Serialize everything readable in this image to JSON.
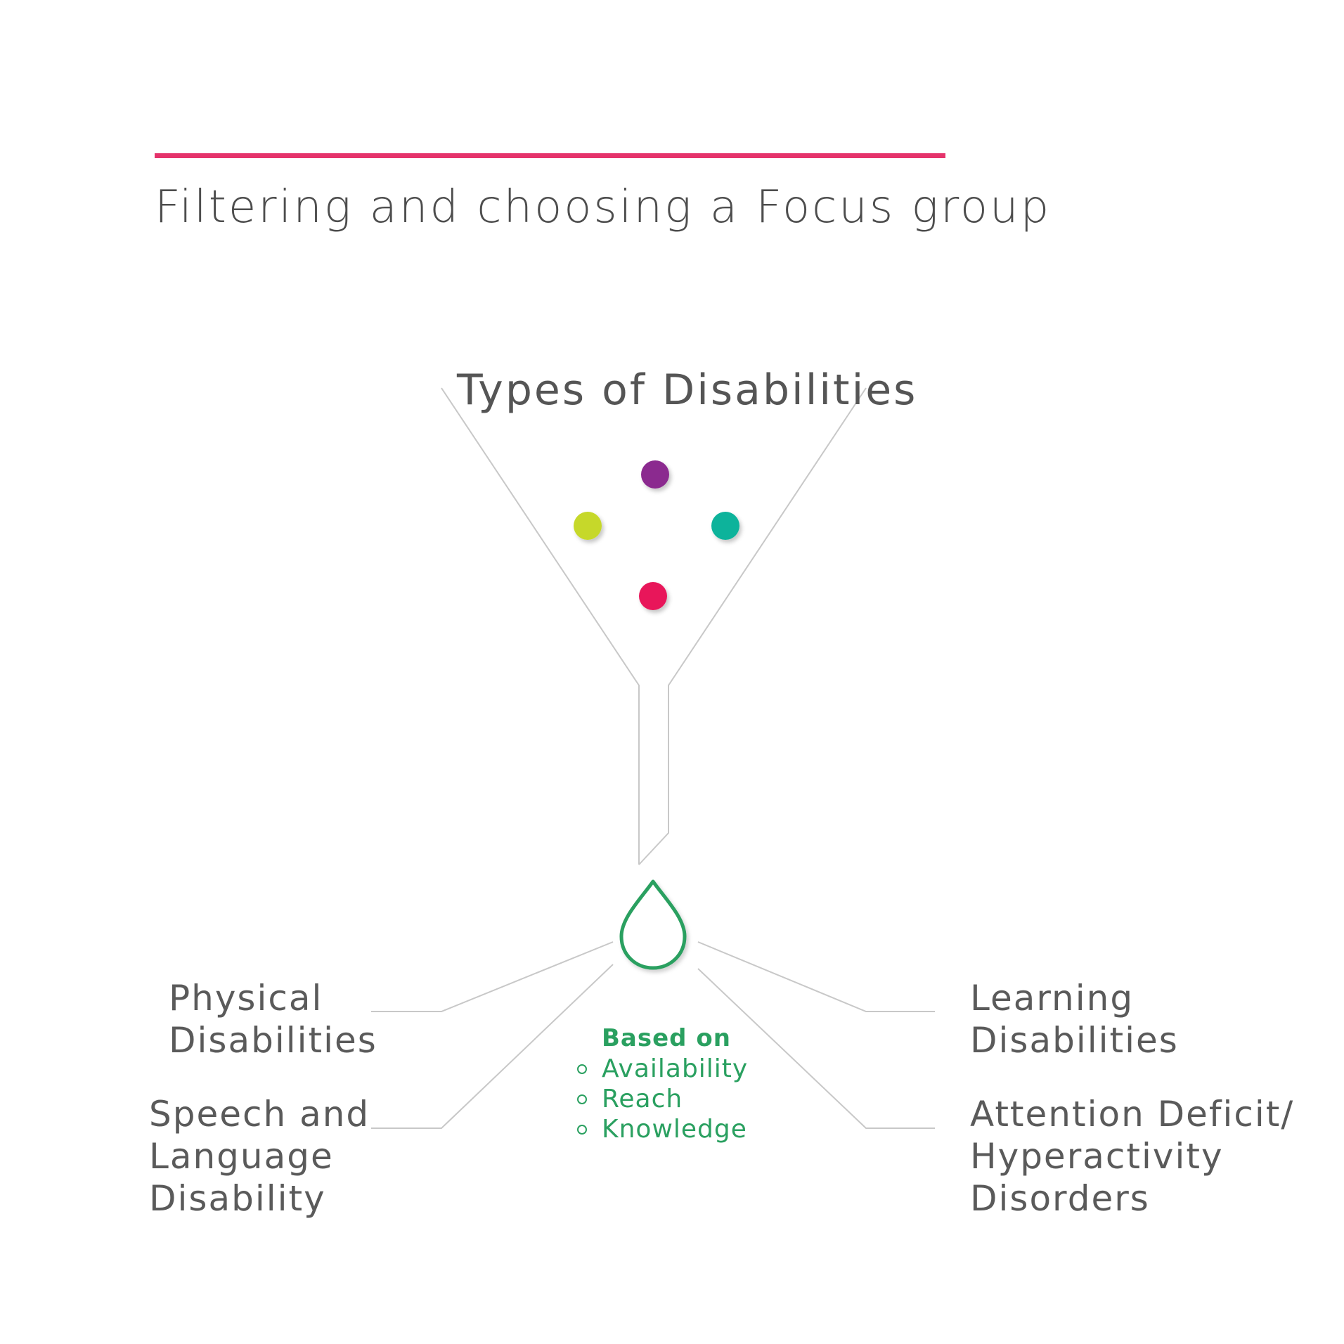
{
  "title": "Filtering and choosing a Focus group",
  "funnel": {
    "label": "Types of Disabilities",
    "dots": [
      {
        "name": "purple-dot",
        "color": "#8b2c8f"
      },
      {
        "name": "lime-dot",
        "color": "#c6d82b"
      },
      {
        "name": "teal-dot",
        "color": "#0fb39b"
      },
      {
        "name": "crimson-dot",
        "color": "#e8195a"
      }
    ]
  },
  "drop": {
    "color": "#2aa060"
  },
  "criteria": {
    "heading": "Based on",
    "items": [
      "Availability",
      "Reach",
      "Knowledge"
    ]
  },
  "categories": {
    "physical": [
      "Physical",
      "Disabilities"
    ],
    "speech": [
      "Speech and",
      "Language",
      "Disability"
    ],
    "learning": [
      "Learning",
      "Disabilities"
    ],
    "adhd": [
      "Attention Deficit/",
      "Hyperactivity",
      "Disorders"
    ]
  },
  "colors": {
    "accent_bar": "#e5336b",
    "lines": "#c8c8c8",
    "criteria_text": "#2aa060"
  }
}
